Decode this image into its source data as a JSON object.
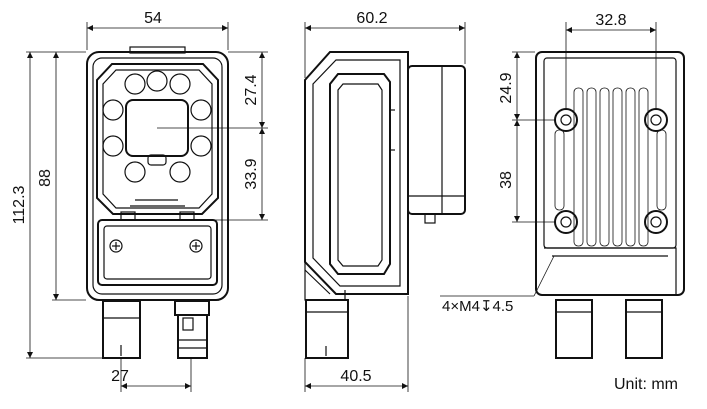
{
  "front_view": {
    "width_label": "54",
    "height_label": "112.3",
    "body_height_label": "88",
    "upper_offset_label": "27.4",
    "lens_to_mount_label": "33.9",
    "connector_spacing_label": "27"
  },
  "side_view": {
    "depth_label": "60.2",
    "lower_depth_label": "40.5"
  },
  "back_view": {
    "hole_spacing_horizontal_label": "32.8",
    "top_to_hole_label": "24.9",
    "hole_spacing_vertical_label": "38",
    "thread_note": "4×M4↧4.5"
  },
  "unit_note": "Unit: mm",
  "icons": [
    "screw-icon",
    "mounting-hole-icon",
    "led-ring-icon",
    "connector-icon"
  ]
}
